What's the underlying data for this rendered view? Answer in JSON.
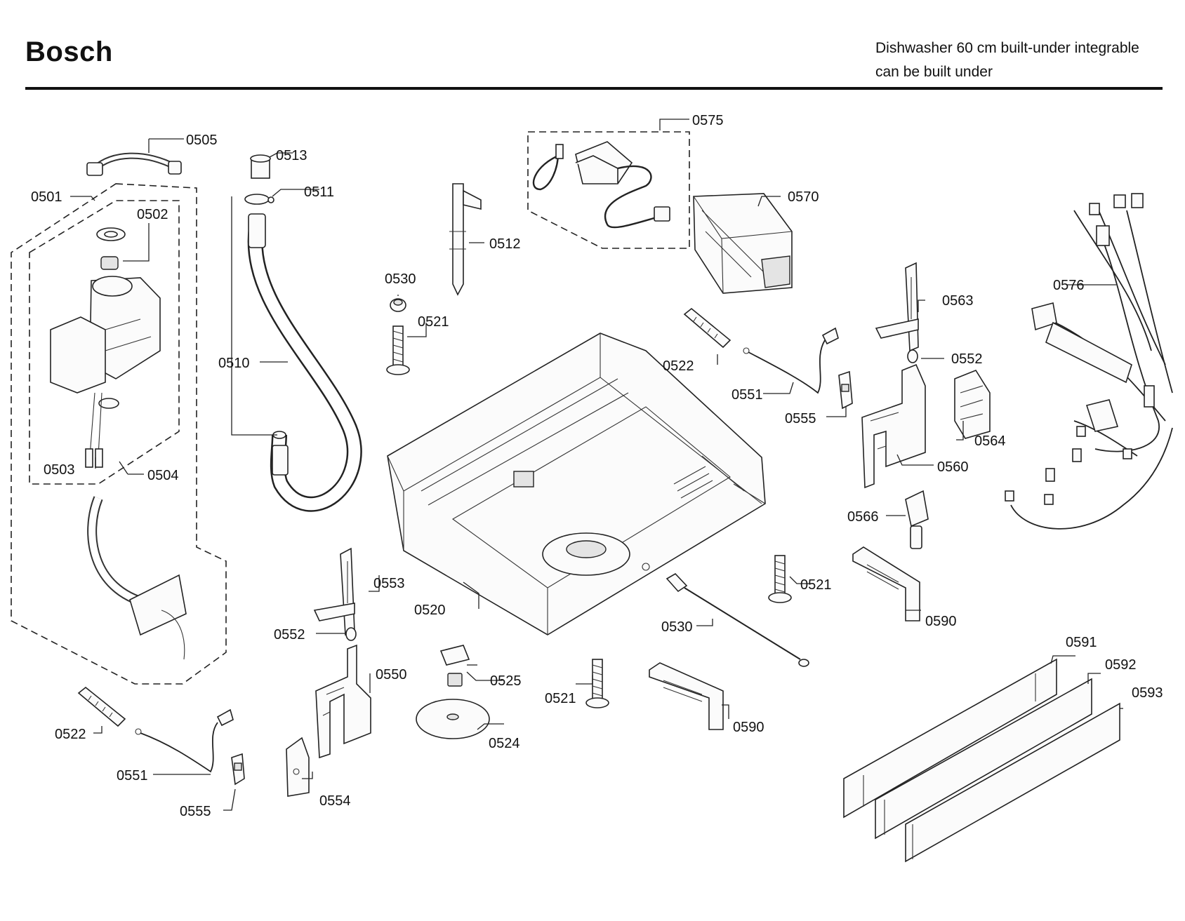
{
  "header": {
    "brand": "Bosch",
    "subtitle_line1": "Dishwasher 60 cm built-under integrable",
    "subtitle_line2": "can be built under"
  },
  "callouts": {
    "c0501": "0501",
    "c0502": "0502",
    "c0503": "0503",
    "c0504": "0504",
    "c0505": "0505",
    "c0510": "0510",
    "c0511": "0511",
    "c0512": "0512",
    "c0513": "0513",
    "c0520": "0520",
    "c0521a": "0521",
    "c0521b": "0521",
    "c0521c": "0521",
    "c0522a": "0522",
    "c0522b": "0522",
    "c0524": "0524",
    "c0525": "0525",
    "c0530a": "0530",
    "c0530b": "0530",
    "c0550": "0550",
    "c0551a": "0551",
    "c0551b": "0551",
    "c0552a": "0552",
    "c0552b": "0552",
    "c0553": "0553",
    "c0554": "0554",
    "c0555a": "0555",
    "c0555b": "0555",
    "c0560": "0560",
    "c0563": "0563",
    "c0564": "0564",
    "c0566": "0566",
    "c0570": "0570",
    "c0575": "0575",
    "c0576": "0576",
    "c0590a": "0590",
    "c0590b": "0590",
    "c0591": "0591",
    "c0592": "0592",
    "c0593": "0593"
  }
}
